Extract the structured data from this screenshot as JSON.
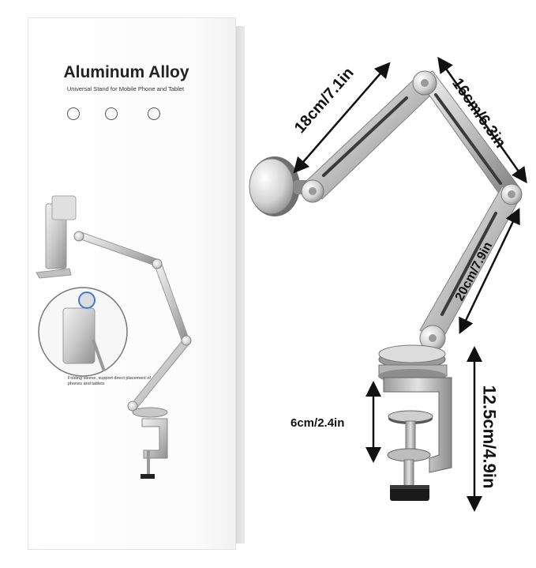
{
  "box": {
    "title": "Aluminum Alloy",
    "subtitle": "Universal Stand for Mobile Phone and Tablet",
    "inset_caption": "Folding sleeve, support direct placement of phones and tablets"
  },
  "dimensions": {
    "upper_arm": "18cm/7.1in",
    "middle_arm": "16cm/6.3in",
    "lower_arm": "20cm/7.9in",
    "clamp_opening": "6cm/2.4in",
    "base_height": "12.5cm/4.9in"
  },
  "colors": {
    "aluminum_light": "#e6e6e6",
    "aluminum_mid": "#b8b8b8",
    "aluminum_dark": "#7d7d7d",
    "pad_black": "#1a1a1a",
    "arrow": "#111111"
  },
  "icons": [
    "rotation-icon",
    "adjustable-icon",
    "holder-icon"
  ]
}
